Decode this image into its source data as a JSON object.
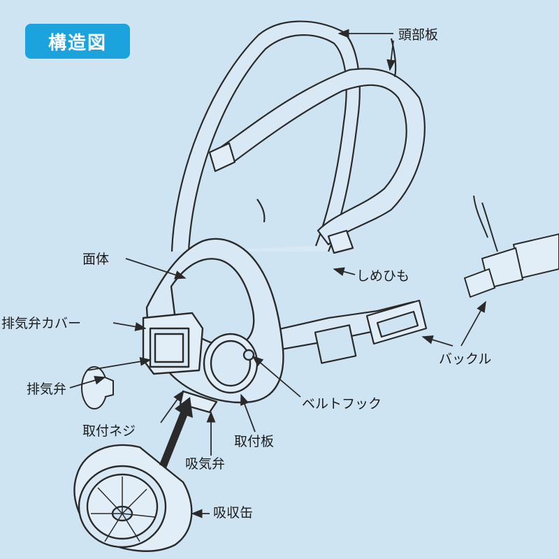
{
  "title": "構造図",
  "colors": {
    "background": "#cfe4f2",
    "badge": "#1aa3dc",
    "line": "#2a2a2a",
    "fill": "#e2eef7"
  },
  "parts": {
    "head_plate": "頭部板",
    "strap": "しめひも",
    "face_body": "面体",
    "exhale_cover": "排気弁カバー",
    "buckle": "バックル",
    "exhale_valve": "排気弁",
    "belt_hook": "ベルトフック",
    "mount_screw": "取付ネジ",
    "mount_plate": "取付板",
    "inhale_valve": "吸気弁",
    "canister": "吸収缶"
  }
}
